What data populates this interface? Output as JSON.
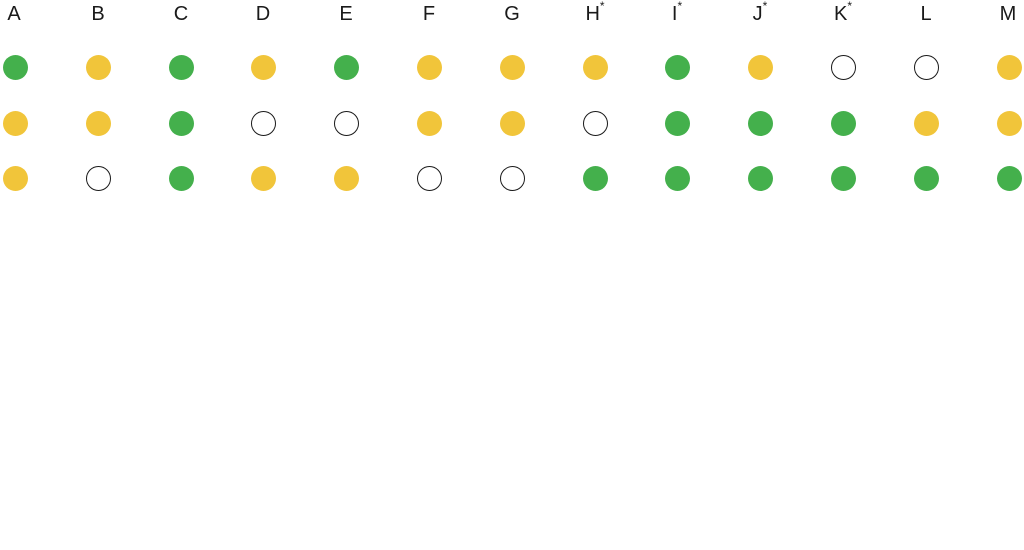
{
  "colors": {
    "green": "#44b04c",
    "yellow": "#f1c53a",
    "empty_outline": "#1a1a1a"
  },
  "columns": [
    {
      "label": "A",
      "marker": "",
      "dots": [
        "green",
        "yellow",
        "yellow"
      ]
    },
    {
      "label": "B",
      "marker": "",
      "dots": [
        "yellow",
        "yellow",
        "empty"
      ]
    },
    {
      "label": "C",
      "marker": "",
      "dots": [
        "green",
        "green",
        "green"
      ]
    },
    {
      "label": "D",
      "marker": "",
      "dots": [
        "yellow",
        "empty",
        "yellow"
      ]
    },
    {
      "label": "E",
      "marker": "",
      "dots": [
        "green",
        "empty",
        "yellow"
      ]
    },
    {
      "label": "F",
      "marker": "",
      "dots": [
        "yellow",
        "yellow",
        "empty"
      ]
    },
    {
      "label": "G",
      "marker": "",
      "dots": [
        "yellow",
        "yellow",
        "empty"
      ]
    },
    {
      "label": "H",
      "marker": "*",
      "dots": [
        "yellow",
        "empty",
        "green"
      ]
    },
    {
      "label": "I",
      "marker": "*",
      "dots": [
        "green",
        "green",
        "green"
      ]
    },
    {
      "label": "J",
      "marker": "*",
      "dots": [
        "yellow",
        "green",
        "green"
      ]
    },
    {
      "label": "K",
      "marker": "*",
      "dots": [
        "empty",
        "green",
        "green"
      ]
    },
    {
      "label": "L",
      "marker": "",
      "dots": [
        "empty",
        "yellow",
        "green"
      ]
    },
    {
      "label": "M",
      "marker": "",
      "dots": [
        "yellow",
        "yellow",
        "green"
      ]
    }
  ]
}
